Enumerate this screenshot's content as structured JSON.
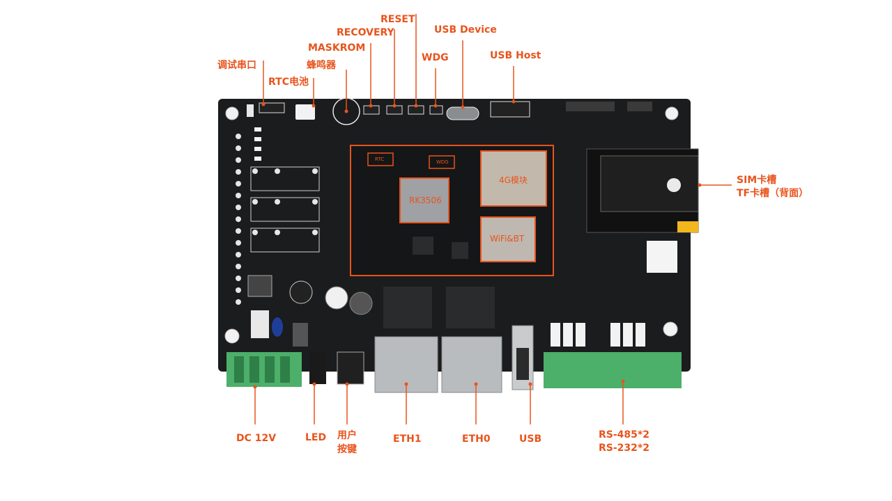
{
  "labels": {
    "debug_uart": "调试串口",
    "rtc_battery": "RTC电池",
    "buzzer": "蜂鸣器",
    "maskrom": "MASKROM",
    "recovery": "RECOVERY",
    "reset": "RESET",
    "usb_device": "USB Device",
    "wdg": "WDG",
    "usb_host": "USB Host",
    "sim_slot": "SIM卡槽",
    "tf_slot": "TF卡槽（背面）",
    "dc12v": "DC 12V",
    "led": "LED",
    "user_key_1": "用户",
    "user_key_2": "按键",
    "eth1": "ETH1",
    "eth0": "ETH0",
    "usb": "USB",
    "rs485": "RS-485*2",
    "rs232": "RS-232*2"
  },
  "chips": {
    "rtc": "RTC",
    "wdg": "WDG",
    "soc": "RK3506",
    "module4g": "4G模块",
    "wifi": "WiFi&BT"
  },
  "colors": {
    "accent": "#e8541c",
    "board": "#1b1c1e",
    "terminal": "#4caf6a",
    "metal": "#b9bcbf"
  }
}
